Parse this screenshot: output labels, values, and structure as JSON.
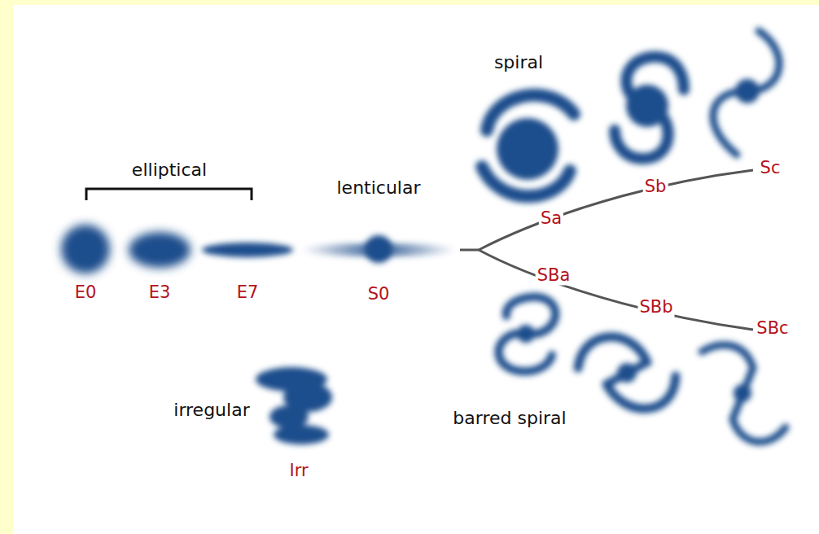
{
  "diagram": {
    "labels": [
      "spiral",
      "elliptical",
      "lenticular",
      "Sc",
      "Sb",
      "Sa",
      "E0",
      "E3",
      "E7",
      "S0",
      "SBa",
      "SBb",
      "SBc",
      "irregular",
      "barred spiral",
      "Irr"
    ]
  }
}
